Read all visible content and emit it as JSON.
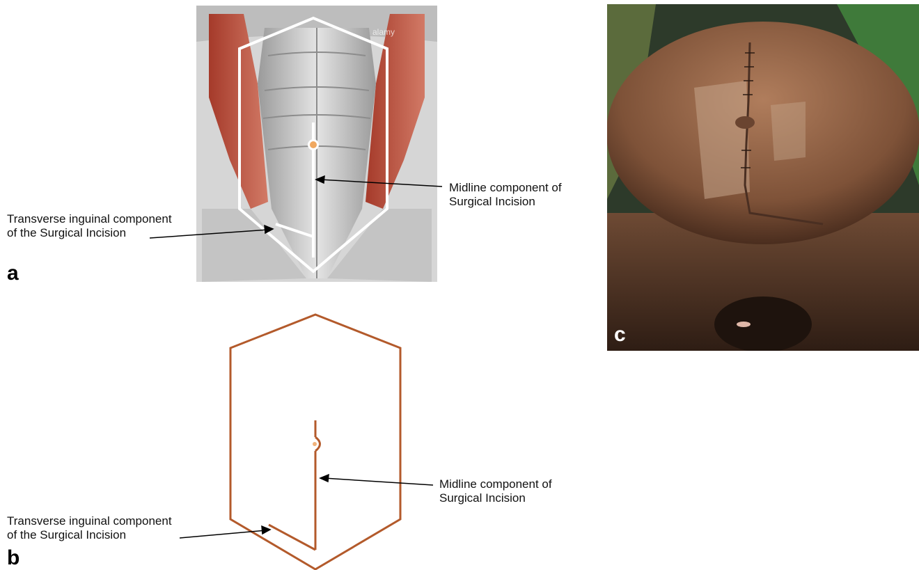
{
  "panels": {
    "a": {
      "letter": "a",
      "midline_label": "Midline component of\nSurgical Incision",
      "inguinal_label": "Transverse inguinal component\nof the Surgical Incision",
      "watermark": "alamy"
    },
    "b": {
      "letter": "b",
      "midline_label": "Midline component of\nSurgical Incision",
      "inguinal_label": "Transverse inguinal component\nof the Surgical Incision"
    },
    "c": {
      "letter": "c"
    }
  },
  "colors": {
    "muscle_red": "#c25a48",
    "muscle_gray": "#c9c9c9",
    "incision_outline_b": "#b35a2b",
    "umbilicus_dot": "#f0b27a",
    "skin": "#8a5a3c",
    "drape_green": "#3f7a3a"
  }
}
